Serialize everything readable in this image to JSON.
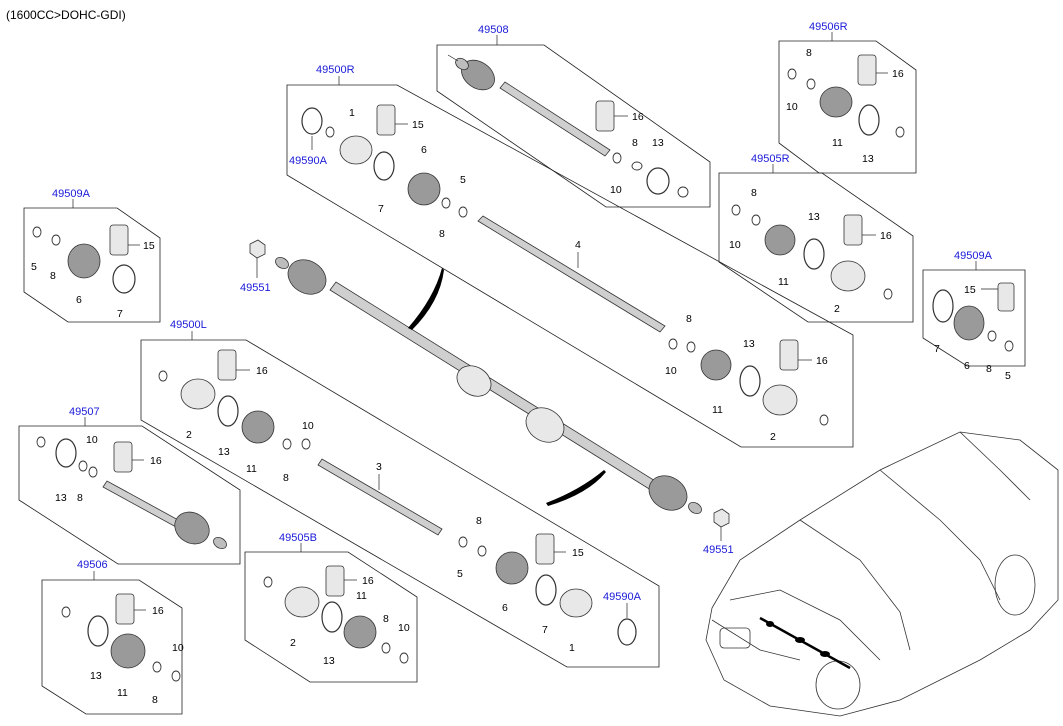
{
  "header": {
    "title": "(1600CC>DOHC-GDI)"
  },
  "panels": {
    "p49508": {
      "code": "49508",
      "labels": {
        "n16": "16",
        "n8": "8",
        "n13": "13",
        "n10": "10"
      }
    },
    "p49506R": {
      "code": "49506R",
      "labels": {
        "n8": "8",
        "n16": "16",
        "n10": "10",
        "n11": "11",
        "n13": "13"
      }
    },
    "p49500R": {
      "code": "49500R",
      "sub_code": "49590A",
      "labels": {
        "n1": "1",
        "n15": "15",
        "n6": "6",
        "n7": "7",
        "n5": "5",
        "n8": "8",
        "n4": "4",
        "n10": "10",
        "n8b": "8",
        "n13": "13",
        "n16": "16",
        "n11": "11",
        "n2": "2"
      }
    },
    "p49505R": {
      "code": "49505R",
      "labels": {
        "n8": "8",
        "n10": "10",
        "n13": "13",
        "n16": "16",
        "n11": "11",
        "n2": "2"
      }
    },
    "p49509A_left": {
      "code": "49509A",
      "labels": {
        "n5": "5",
        "n8": "8",
        "n15": "15",
        "n6": "6",
        "n7": "7"
      }
    },
    "p49509A_right": {
      "code": "49509A",
      "labels": {
        "n15": "15",
        "n7": "7",
        "n6": "6",
        "n8": "8",
        "n5": "5"
      }
    },
    "p49500L": {
      "code": "49500L",
      "labels": {
        "n16": "16",
        "n2": "2",
        "n13": "13",
        "n11": "11",
        "n10": "10",
        "n8": "8",
        "n3": "3"
      }
    },
    "p49507": {
      "code": "49507",
      "labels": {
        "n10": "10",
        "n16": "16",
        "n13": "13",
        "n8": "8"
      }
    },
    "p49505B": {
      "code": "49505B",
      "labels": {
        "n16": "16",
        "n2": "2",
        "n11": "11",
        "n8": "8",
        "n10": "10",
        "n13": "13"
      }
    },
    "p49500L_sub": {
      "code": "49590A",
      "labels": {
        "n8": "8",
        "n5": "5",
        "n15": "15",
        "n6": "6",
        "n7": "7",
        "n1": "1"
      }
    },
    "p49506": {
      "code": "49506",
      "labels": {
        "n16": "16",
        "n13": "13",
        "n10": "10",
        "n11": "11",
        "n8": "8"
      }
    }
  },
  "nuts": {
    "top": "49551",
    "bottom": "49551"
  },
  "colors": {
    "code_blue": "#1a1ad9",
    "line": "#222222"
  }
}
